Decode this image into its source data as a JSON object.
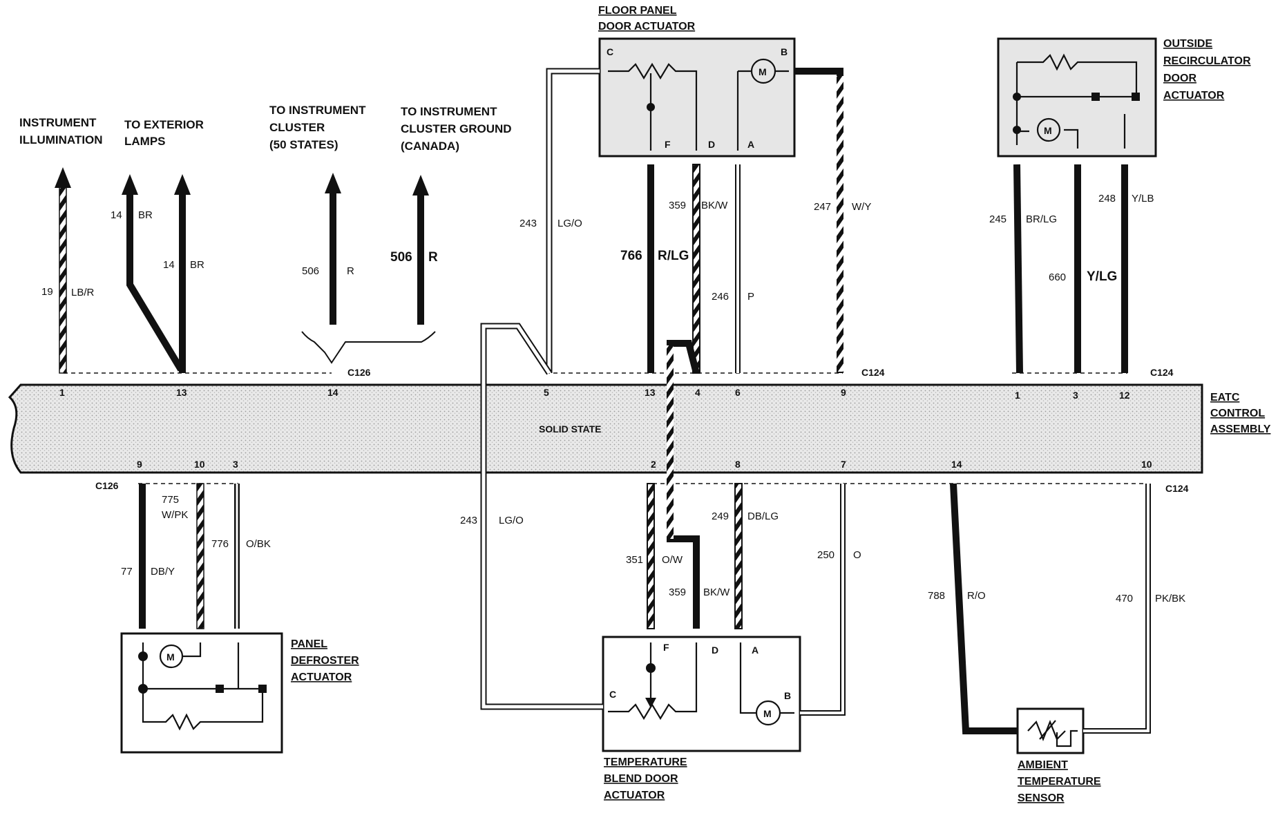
{
  "title_left": {
    "instrument_illumination": [
      "INSTRUMENT",
      "ILLUMINATION"
    ],
    "exterior_lamps": [
      "TO EXTERIOR",
      "LAMPS"
    ],
    "cluster_50": [
      "TO INSTRUMENT",
      "CLUSTER",
      "(50 STATES)"
    ],
    "cluster_canada": [
      "TO INSTRUMENT",
      "CLUSTER GROUND",
      "(CANADA)"
    ]
  },
  "components": {
    "floor_panel": [
      "FLOOR PANEL",
      "DOOR ACTUATOR"
    ],
    "recirculator": [
      "OUTSIDE",
      "RECIRCULATOR",
      "DOOR",
      "ACTUATOR"
    ],
    "eatc": [
      "EATC",
      "CONTROL",
      "ASSEMBLY"
    ],
    "panel_defroster": [
      "PANEL",
      "DEFROSTER",
      "ACTUATOR"
    ],
    "temp_blend": [
      "TEMPERATURE",
      "BLEND DOOR",
      "ACTUATOR"
    ],
    "ambient_sensor": [
      "AMBIENT",
      "TEMPERATURE",
      "SENSOR"
    ],
    "solid_state": "SOLID STATE",
    "motor_symbol": "M"
  },
  "connectors": {
    "c126_top": "C126",
    "c124_top_mid": "C124",
    "c124_top_right": "C124",
    "c126_bottom": "C126",
    "c124_bottom": "C124"
  },
  "pins_top": [
    "1",
    "13",
    "14",
    "5",
    "13",
    "4",
    "6",
    "9",
    "1",
    "3",
    "12"
  ],
  "pins_bottom": [
    "9",
    "10",
    "3",
    "2",
    "8",
    "7",
    "14",
    "10"
  ],
  "actuator_pins": {
    "floor": {
      "c": "C",
      "b": "B",
      "f": "F",
      "d": "D",
      "a": "A"
    },
    "blend": {
      "c": "C",
      "b": "B",
      "f": "F",
      "d": "D",
      "a": "A"
    }
  },
  "wires": [
    {
      "num": "19",
      "color": "LB/R"
    },
    {
      "num": "14",
      "color": "BR"
    },
    {
      "num": "14",
      "color": "BR"
    },
    {
      "num": "506",
      "color": "R"
    },
    {
      "num": "506",
      "color": "R"
    },
    {
      "num": "243",
      "color": "LG/O"
    },
    {
      "num": "766",
      "color": "R/LG"
    },
    {
      "num": "359",
      "color": "BK/W"
    },
    {
      "num": "246",
      "color": "P"
    },
    {
      "num": "247",
      "color": "W/Y"
    },
    {
      "num": "245",
      "color": "BR/LG"
    },
    {
      "num": "660",
      "color": "Y/LG"
    },
    {
      "num": "248",
      "color": "Y/LB"
    },
    {
      "num": "775",
      "color": "W/PK"
    },
    {
      "num": "776",
      "color": "O/BK"
    },
    {
      "num": "77",
      "color": "DB/Y"
    },
    {
      "num": "243",
      "color": "LG/O"
    },
    {
      "num": "351",
      "color": "O/W"
    },
    {
      "num": "359",
      "color": "BK/W"
    },
    {
      "num": "249",
      "color": "DB/LG"
    },
    {
      "num": "250",
      "color": "O"
    },
    {
      "num": "788",
      "color": "R/O"
    },
    {
      "num": "470",
      "color": "PK/BK"
    }
  ]
}
